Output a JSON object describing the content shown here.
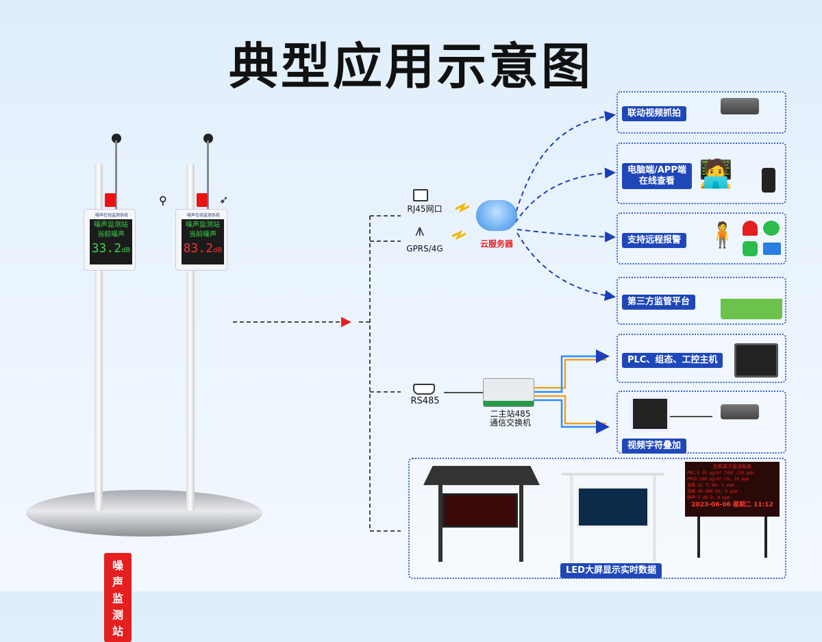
{
  "title": "典型应用示意图",
  "station": {
    "label": "噪声监测站",
    "screen_title": "噪声监测站",
    "screen_sub": "当前噪声",
    "unit": "dB",
    "value_normal": "33.2",
    "value_alarm": "83.2",
    "brand": "噪声在线监测系统"
  },
  "network": {
    "rj45": "RJ45网口",
    "gprs": "GPRS/4G",
    "cloud": "云服务器",
    "rs485": "RS485",
    "switch_line1": "二主站485",
    "switch_line2": "通信交换机"
  },
  "outputs": [
    {
      "label": "联动视频抓拍"
    },
    {
      "label": "电脑端/APP端\n在线查看",
      "line1": "电脑端/APP端",
      "line2": "在线查看"
    },
    {
      "label": "支持远程报警"
    },
    {
      "label": "第三方监管平台"
    },
    {
      "label": "PLC、组态、工控主机"
    },
    {
      "label": "视频字符叠加"
    },
    {
      "label": "LED大屏显示实时数据"
    }
  ],
  "led_board": {
    "title": "负氧离子监测系统",
    "rows": [
      "PM2.5 35 ug/m³  TVOC 230 ppb",
      "PM10 100 ug/m³  CO₂ 10 ppm",
      "温度 23 ℃  NO₂ 1 ppm",
      "湿度 40 %RH  SO₂ 0 ppm",
      "噪声 5 dB  O₃ 0 ppm"
    ],
    "footer": "2023-06-06 星期二 11:12"
  },
  "colors": {
    "accent": "#1f47b8",
    "alarm": "#e41f1f",
    "dash_line": "#2040c0",
    "rs485_line_a": "#f0a020",
    "rs485_line_b": "#2a8cff"
  }
}
